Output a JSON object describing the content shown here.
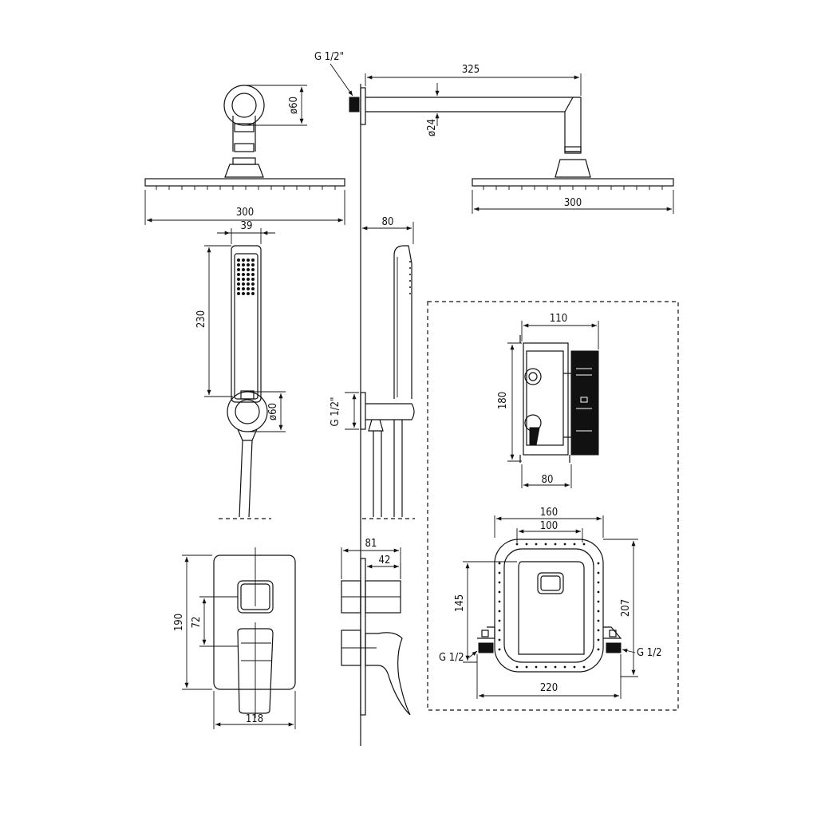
{
  "dimensions": {
    "head_front_width": "300",
    "arm_dia": "ø60",
    "arm_length": "325",
    "arm_tube_dia": "ø24",
    "side_head_width": "300",
    "thread_top": "G 1/2\"",
    "hand_width": "39",
    "hand_length": "230",
    "holder_dia": "ø60",
    "side_depth": "80",
    "thread_mid": "G 1/2\"",
    "box_top_width": "110",
    "box_height": "180",
    "box_bottom_width": "80",
    "frame_width": "160",
    "frame_inner_width": "100",
    "frame_left_height": "145",
    "frame_right_height": "207",
    "frame_total_width": "220",
    "thread_left": "G 1/2",
    "thread_right": "G 1/2",
    "mixer_depth": "81",
    "mixer_inner_depth": "42",
    "plate_height": "190",
    "handle_spacing": "72",
    "plate_width": "118"
  }
}
